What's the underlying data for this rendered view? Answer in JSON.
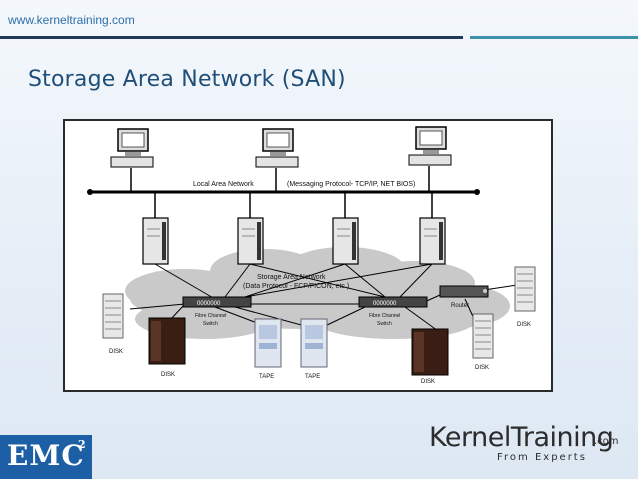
{
  "header": {
    "site_url": "www.kerneltraining.com"
  },
  "slide": {
    "title": "Storage Area Network (SAN)"
  },
  "diagram": {
    "lan_label": "Local Area Network",
    "protocol_label": "(Messaging Protocol- TCP/IP, NET BIOS)",
    "san_label": "Storage Area Network",
    "san_protocol_label": "(Data Protocol - FCP/FICON, etc.)",
    "switch_left_code": "0000000",
    "switch_right_code": "0000000",
    "fc_switch_label_1": "Fibre Channel",
    "fc_switch_label_2": "Switch",
    "router_label": "Router",
    "disk_label": "DISK",
    "tape_label": "TAPE"
  },
  "footer": {
    "emc_logo": "EMC",
    "emc_logo_sup": "2",
    "kt_brand": "KernelTraining",
    "kt_com": ".com",
    "kt_tagline": "From Experts"
  }
}
